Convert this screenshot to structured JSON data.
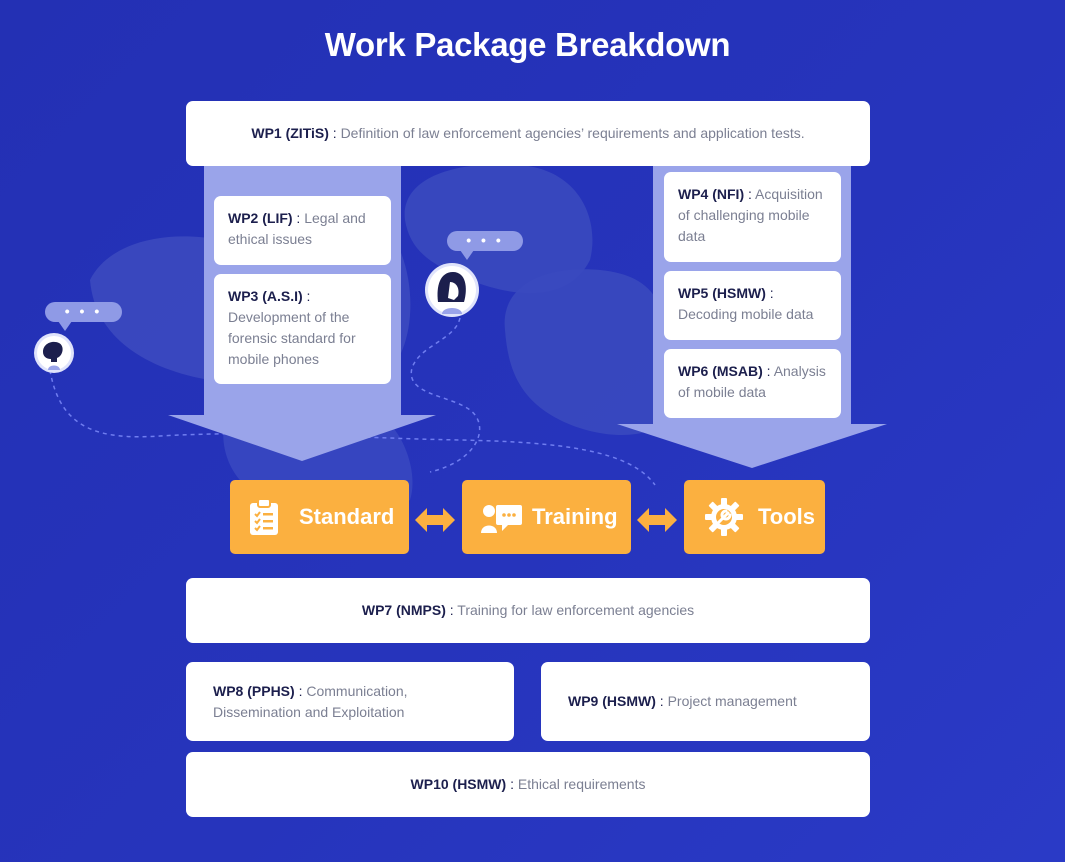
{
  "title": "Work Package Breakdown",
  "colors": {
    "background": "#2330b4",
    "column": "#9aa4ea",
    "orange": "#fbb040",
    "card": "#ffffff",
    "code_text": "#1c1f4d",
    "desc_text": "#7b7f92"
  },
  "work_packages": {
    "wp1": {
      "code": "WP1 (ZITiS)",
      "sep": " : ",
      "desc": "Definition of law enforcement agencies’ requirements and application tests."
    },
    "wp2": {
      "code": "WP2 (LIF)",
      "sep": " : ",
      "desc": "Legal and ethical issues"
    },
    "wp3": {
      "code": "WP3 (A.S.I)",
      "sep": " : ",
      "desc": "Development of the forensic standard for mobile phones"
    },
    "wp4": {
      "code": "WP4 (NFI)",
      "sep": " : ",
      "desc": "Acquisition of challenging mobile data"
    },
    "wp5": {
      "code": "WP5 (HSMW)",
      "sep": " : ",
      "desc": "Decoding mobile data"
    },
    "wp6": {
      "code": "WP6 (MSAB)",
      "sep": " : ",
      "desc": "Analysis of mobile data"
    },
    "wp7": {
      "code": "WP7 (NMPS)",
      "sep": " : ",
      "desc": "Training for law enforcement agencies"
    },
    "wp8": {
      "code": "WP8 (PPHS)",
      "sep": " : ",
      "desc": "Communication, Dissemination and Exploitation"
    },
    "wp9": {
      "code": "WP9 (HSMW)",
      "sep": " : ",
      "desc": "Project management"
    },
    "wp10": {
      "code": "WP10 (HSMW)",
      "sep": " : ",
      "desc": "Ethical requirements"
    }
  },
  "outputs": [
    {
      "label": "Standard",
      "icon": "clipboard-checklist-icon"
    },
    {
      "label": "Training",
      "icon": "chat-people-icon"
    },
    {
      "label": "Tools",
      "icon": "gear-wrench-icon"
    }
  ],
  "bubbles": {
    "left": "• • •",
    "right": "• • •"
  }
}
